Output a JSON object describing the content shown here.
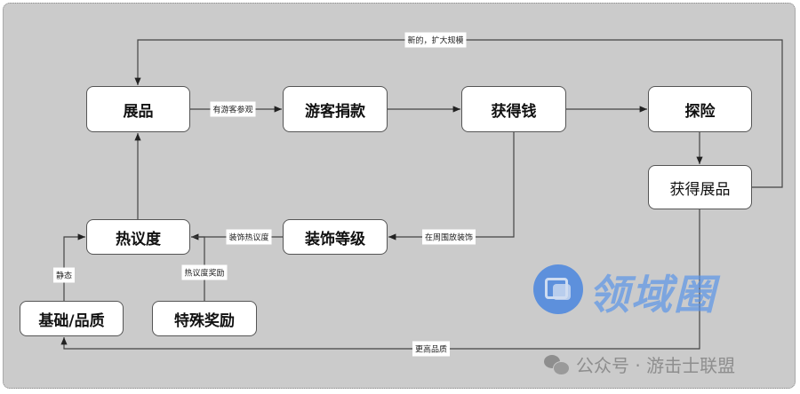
{
  "nodes": {
    "exhibit": "展品",
    "donation": "游客捐款",
    "money": "获得钱",
    "explore": "探险",
    "get_exhibit": "获得展品",
    "heat": "热议度",
    "decor": "装饰等级",
    "base": "基础/品质",
    "special": "特殊奖励"
  },
  "edges": {
    "expand": "新的，扩大规模",
    "visitors": "有游客参观",
    "place_decor": "在周围放装饰",
    "decor_heat": "装饰热议度",
    "static": "静态",
    "heat_reward": "热议度奖励",
    "higher_quality": "更高品质"
  },
  "watermark": {
    "logo_text": "领域圈",
    "account": "公众号 · 游击士联盟"
  }
}
